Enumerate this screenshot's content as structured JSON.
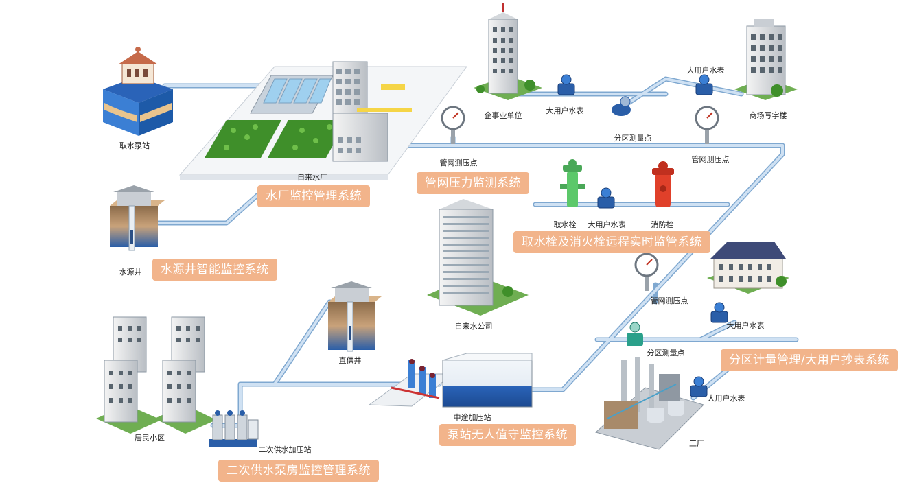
{
  "colors": {
    "pipe": "#a9c9e8",
    "pipe_edge": "#7fa8d0",
    "badge": "#f2b48b",
    "meter": "#2a5ea8",
    "hydrant_green": "#5cc86a",
    "hydrant_red": "#e0402a",
    "grass": "#3f8f2a"
  },
  "labels": {
    "intake_pump_station": "取水泵站",
    "water_plant": "自来水厂",
    "water_source_well": "水源井",
    "direct_supply_well": "直供井",
    "residential_area": "居民小区",
    "secondary_pump_station": "二次供水加压站",
    "booster_station": "中途加压站",
    "water_company": "自来水公司",
    "enterprise_unit": "企事业单位",
    "large_meter_1": "大用户水表",
    "large_meter_2": "大用户水表",
    "large_meter_3": "大用户水表",
    "large_meter_4": "大用户水表",
    "large_meter_5": "大用户水表",
    "commercial_building": "商场写字楼",
    "zone_point_1": "分区测量点",
    "zone_point_2": "分区测量点",
    "pressure_point_1": "管网测压点",
    "pressure_point_2": "管网测压点",
    "pressure_point_3": "管网测压点",
    "intake_hydrant": "取水栓",
    "fire_hydrant": "消防栓",
    "factory": "工厂"
  },
  "systems": {
    "plant_monitoring": "水厂监控管理系统",
    "network_pressure": "管网压力监测系统",
    "hydrant_supervision": "取水栓及消火栓远程实时监管系统",
    "well_monitoring": "水源井智能监控系统",
    "zone_metering": "分区计量管理/大用户抄表系统",
    "pump_station_unattended": "泵站无人值守监控系统",
    "secondary_pump_room": "二次供水泵房监控管理系统"
  },
  "icons": {
    "pressure_gauge": "pressure-gauge-icon",
    "water_meter": "water-meter-icon",
    "flow_meter": "flow-meter-icon",
    "hydrant": "hydrant-icon"
  }
}
